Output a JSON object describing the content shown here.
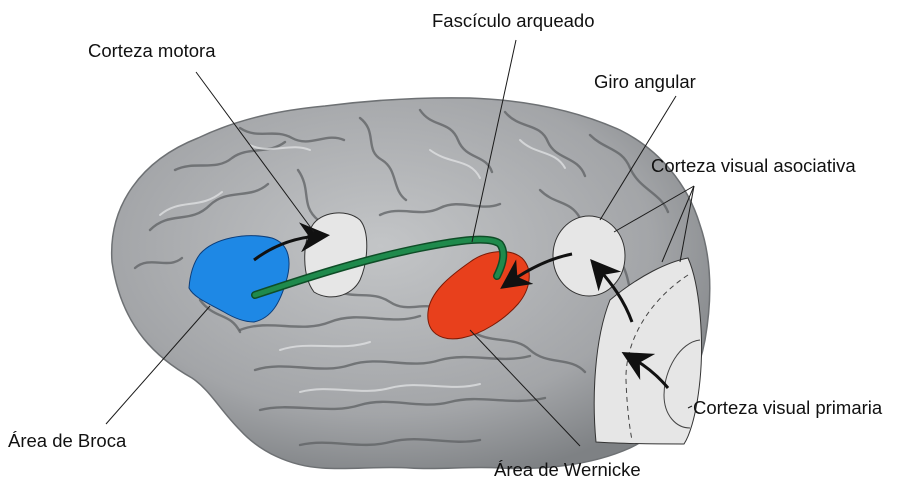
{
  "labels": {
    "corteza_motora": "Corteza motora",
    "fasciculo_arqueado": "Fascículo arqueado",
    "giro_angular": "Giro angular",
    "corteza_visual_asociativa": "Corteza visual asociativa",
    "corteza_visual_primaria": "Corteza visual primaria",
    "area_broca": "Área de Broca",
    "area_wernicke": "Área de Wernicke"
  },
  "colors": {
    "brain": "#a9abae",
    "brain_dark": "#7c7f82",
    "broca": "#1e88e5",
    "wernicke": "#e8401c",
    "arcuate": "#1f8a4c",
    "region_light": "#e6e6e6"
  }
}
